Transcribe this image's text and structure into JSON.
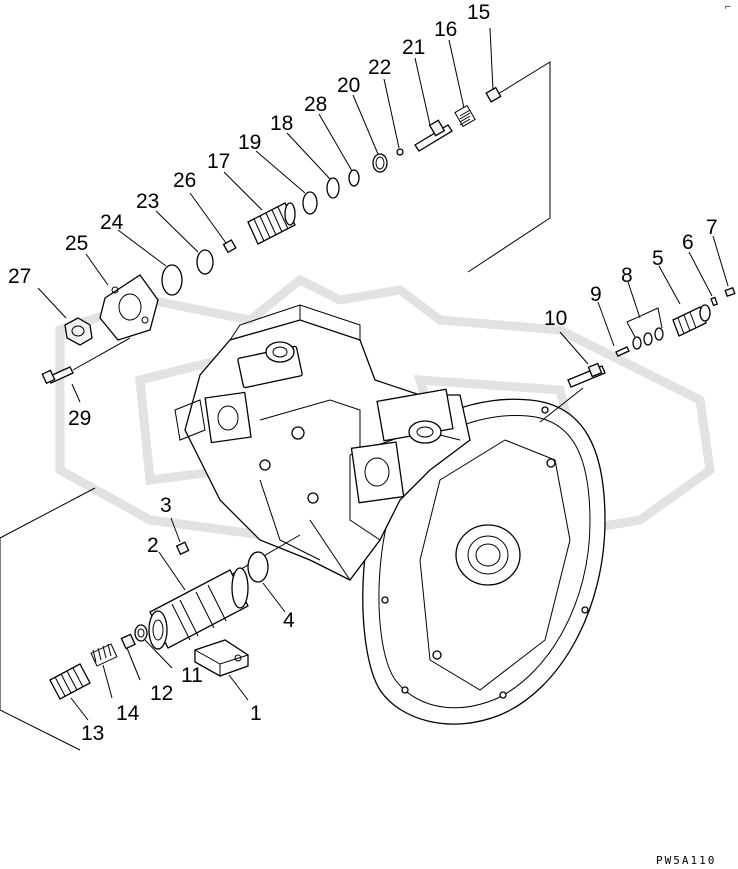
{
  "drawing_code": "PW5A110",
  "corner_mark": "⌐",
  "callouts": [
    {
      "id": "c1",
      "text": "1"
    },
    {
      "id": "c2",
      "text": "2"
    },
    {
      "id": "c3",
      "text": "3"
    },
    {
      "id": "c4",
      "text": "4"
    },
    {
      "id": "c5",
      "text": "5"
    },
    {
      "id": "c6",
      "text": "6"
    },
    {
      "id": "c7",
      "text": "7"
    },
    {
      "id": "c8",
      "text": "8"
    },
    {
      "id": "c9",
      "text": "9"
    },
    {
      "id": "c10",
      "text": "10"
    },
    {
      "id": "c11",
      "text": "11"
    },
    {
      "id": "c12",
      "text": "12"
    },
    {
      "id": "c13",
      "text": "13"
    },
    {
      "id": "c14",
      "text": "14"
    },
    {
      "id": "c15",
      "text": "15"
    },
    {
      "id": "c16",
      "text": "16"
    },
    {
      "id": "c17",
      "text": "17"
    },
    {
      "id": "c18",
      "text": "18"
    },
    {
      "id": "c19",
      "text": "19"
    },
    {
      "id": "c20",
      "text": "20"
    },
    {
      "id": "c21",
      "text": "21"
    },
    {
      "id": "c22",
      "text": "22"
    },
    {
      "id": "c23",
      "text": "23"
    },
    {
      "id": "c24",
      "text": "24"
    },
    {
      "id": "c25",
      "text": "25"
    },
    {
      "id": "c26",
      "text": "26"
    },
    {
      "id": "c27",
      "text": "27"
    },
    {
      "id": "c28",
      "text": "28"
    },
    {
      "id": "c29",
      "text": "29"
    }
  ]
}
